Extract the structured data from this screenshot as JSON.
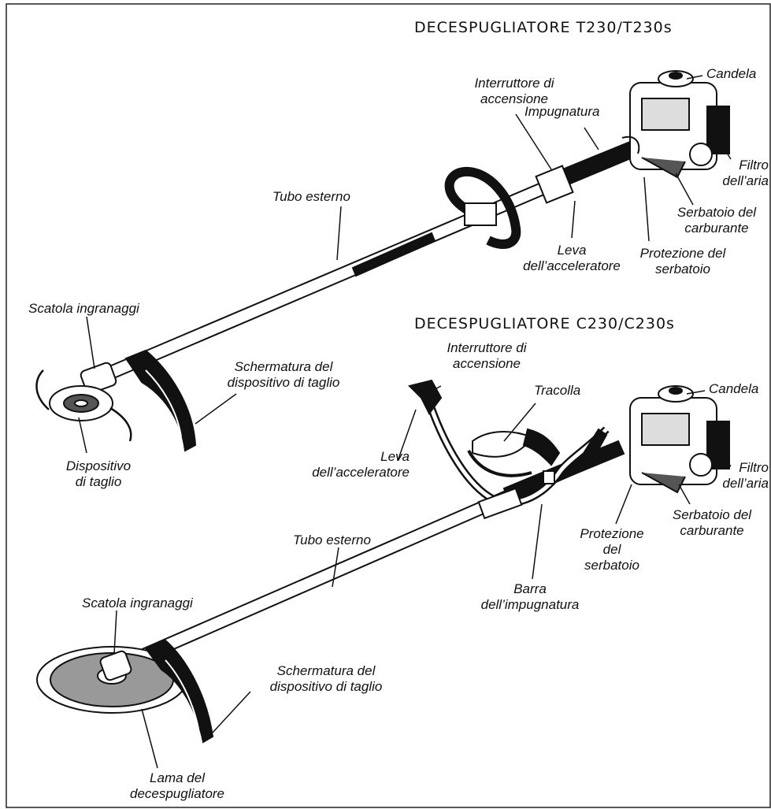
{
  "titles": {
    "top": "DECESPUGLIATORE T230/T230s",
    "bottom": "DECESPUGLIATORE C230/C230s"
  },
  "top": {
    "candela": "Candela",
    "interruttore": [
      "Interruttore di",
      "accensione"
    ],
    "impugnatura": "Impugnatura",
    "filtro": [
      "Filtro",
      "dell’aria"
    ],
    "tubo": "Tubo esterno",
    "serbatoio": [
      "Serbatoio del",
      "carburante"
    ],
    "leva": [
      "Leva",
      "dell’acceleratore"
    ],
    "protezione": [
      "Protezione del",
      "serbatoio"
    ],
    "scatola": "Scatola ingranaggi",
    "schermatura": [
      "Schermatura del",
      "dispositivo di taglio"
    ],
    "dispositivo": [
      "Dispositivo",
      "di taglio"
    ]
  },
  "bottom": {
    "interruttore": [
      "Interruttore di",
      "accensione"
    ],
    "candela": "Candela",
    "tracolla": "Tracolla",
    "leva": [
      "Leva",
      "dell’acceleratore"
    ],
    "filtro": [
      "Filtro",
      "dell’aria"
    ],
    "serbatoio": [
      "Serbatoio del",
      "carburante"
    ],
    "protezione": [
      "Protezione",
      "del",
      "serbatoio"
    ],
    "tubo": "Tubo esterno",
    "barra": [
      "Barra",
      "dell’impugnatura"
    ],
    "scatola": "Scatola ingranaggi",
    "schermatura": [
      "Schermatura del",
      "dispositivo di taglio"
    ],
    "lama": [
      "Lama del",
      "decespugliatore"
    ]
  }
}
